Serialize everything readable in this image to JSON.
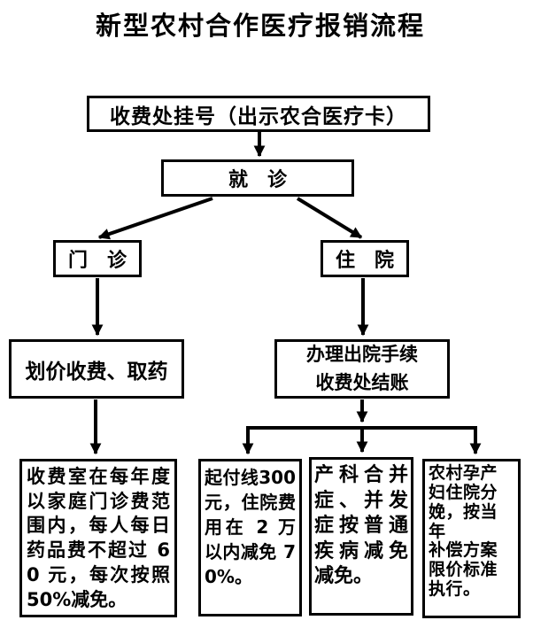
{
  "title": "新型农村合作医疗报销流程",
  "nodes": {
    "register": "收费处挂号（出示农合医疗卡）",
    "visit": "就　诊",
    "outpatient": "门　诊",
    "inpatient": "住　院",
    "pricing": "划价收费、取药",
    "discharge": "办理出院手续\n收费处结账",
    "outpatient_policy": "收费室在每年度以家庭门诊费范围内，每人每日药品费不超过 60 元，每次按照 50%减免。",
    "deductible_policy": "起付线300元，住院费用在 2 万以内减免 70%。",
    "obstetric_policy": "产科合并症、并发症按普通疾病减免减免。",
    "maternity_policy": "农村孕产\n妇住院分\n娩，按当年\n补偿方案\n限价标准\n执行。"
  },
  "colors": {
    "line": "#000000",
    "background": "#ffffff",
    "text": "#000000"
  }
}
